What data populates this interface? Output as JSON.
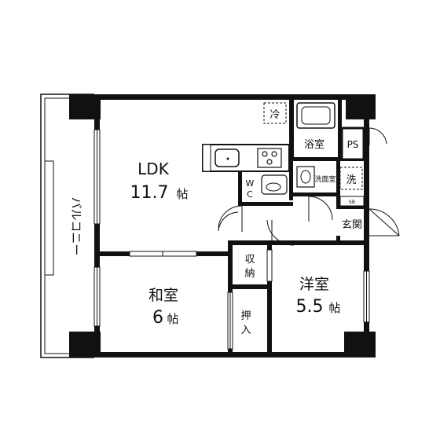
{
  "rooms": {
    "ldk": {
      "name": "LDK",
      "size": "11.7",
      "unit": "帖"
    },
    "washitsu": {
      "name": "和室",
      "size": "6",
      "unit": "帖"
    },
    "youshitsu": {
      "name": "洋室",
      "size": "5.5",
      "unit": "帖"
    },
    "bath": {
      "name": "浴室"
    },
    "ps": {
      "name": "PS"
    },
    "washroom": {
      "name": "洗面室"
    },
    "washer": {
      "name": "洗"
    },
    "fridge": {
      "name": "冷"
    },
    "wc_top": {
      "name": "W"
    },
    "wc_bottom": {
      "name": "C"
    },
    "entrance": {
      "name": "玄関"
    },
    "shoebox": {
      "name": "SB"
    },
    "storage": {
      "name_top": "収",
      "name_bottom": "納"
    },
    "closet": {
      "name_top": "押",
      "name_bottom": "入"
    }
  },
  "balcony": {
    "label": "バルコニー"
  }
}
